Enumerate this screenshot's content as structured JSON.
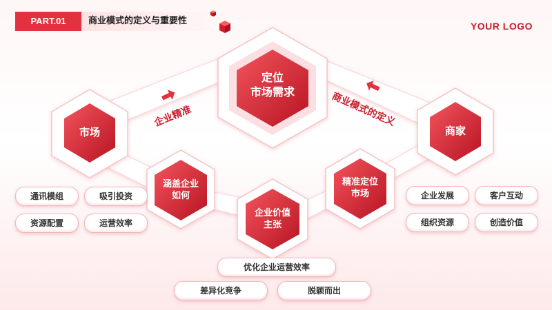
{
  "header": {
    "part_label": "PART.01",
    "title": "商业模式的定义与重要性"
  },
  "logo": "YOUR LOGO",
  "nodes": {
    "center": "定位\n市场需求",
    "market": "市场",
    "merchant": "商家",
    "cover": "涵盖企业\n如何",
    "precise": "精准定位\n市场",
    "value": "企业价值\n主张"
  },
  "edges": {
    "left_label": "企业精准",
    "right_label": "商业模式的定义"
  },
  "pills": {
    "left": [
      "通讯模组",
      "吸引投资",
      "资源配置",
      "运营效率"
    ],
    "right": [
      "企业发展",
      "客户互动",
      "组织资源",
      "创造价值"
    ],
    "bottom": [
      "优化企业运营效率",
      "差异化竞争",
      "脱颖而出"
    ]
  },
  "colors": {
    "accent": "#e3323f",
    "hex_dark": "#c21f2d",
    "hex_light": "#ff6b6b"
  },
  "icons": {
    "arrow": "arrow-icon",
    "cube": "cube-icon"
  }
}
